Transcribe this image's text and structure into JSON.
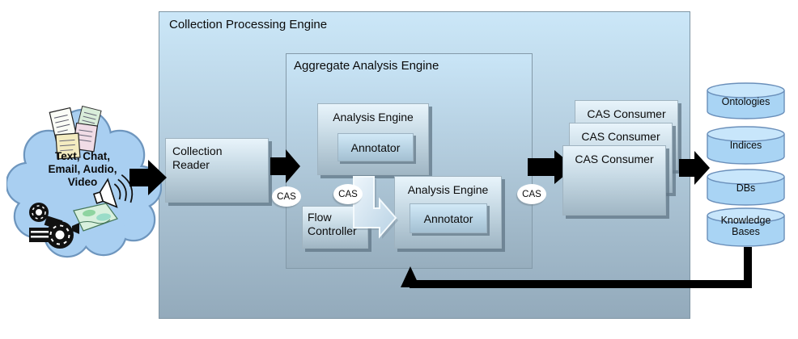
{
  "cloud": {
    "label": "Text, Chat,\nEmail, Audio,\nVideo",
    "icons": [
      "documents-clipart",
      "speaker",
      "film-projector",
      "map-photo"
    ]
  },
  "cpe": {
    "title": "Collection Processing Engine",
    "collection_reader_label": "Collection Reader"
  },
  "aggregate": {
    "title": "Aggregate Analysis Engine",
    "analysis_engines": [
      {
        "label": "Analysis Engine",
        "annotator_label": "Annotator"
      },
      {
        "label": "Analysis Engine",
        "annotator_label": "Annotator"
      }
    ],
    "flow_controller_label": "Flow Controller"
  },
  "cas_ovals": [
    {
      "label": "CAS"
    },
    {
      "label": "CAS"
    },
    {
      "label": "CAS"
    }
  ],
  "cas_consumers": [
    {
      "label": "CAS Consumer"
    },
    {
      "label": "CAS Consumer"
    },
    {
      "label": "CAS Consumer"
    }
  ],
  "datastores": [
    {
      "label": "Ontologies"
    },
    {
      "label": "Indices"
    },
    {
      "label": "DBs"
    },
    {
      "label": "Knowledge Bases"
    }
  ],
  "colors": {
    "cloud_fill": "#a9cff1",
    "cloud_stroke": "#6e96be",
    "cpe_gradient_top": "#cbe7f8",
    "cpe_gradient_bottom": "#93aabb",
    "inner_box_top": "#e8f4fb",
    "inner_box_bottom": "#a0b6c4",
    "cylinder_body": "#a9d4f4",
    "cylinder_top": "#c8e6fb",
    "arrow_black": "#000000",
    "cas_oval_fill": "#ffffff"
  }
}
